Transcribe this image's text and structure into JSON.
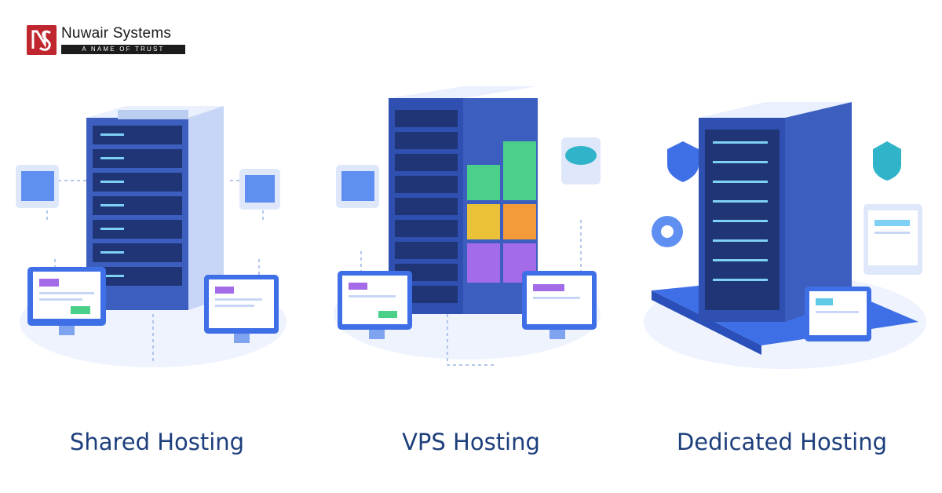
{
  "brand": {
    "name": "Nuwair Systems",
    "tagline": "A NAME OF TRUST",
    "brand_color": "#c0262d"
  },
  "panels": [
    {
      "id": "shared",
      "title": "Shared Hosting",
      "icon": "server-rack-icon"
    },
    {
      "id": "vps",
      "title": "VPS Hosting",
      "icon": "server-rack-icon"
    },
    {
      "id": "dedicated",
      "title": "Dedicated Hosting",
      "icon": "server-rack-icon"
    }
  ],
  "colors": {
    "caption_text": "#1d3f7c",
    "server_body": "#dfe8fb",
    "server_dark": "#1f3576",
    "accent_blue": "#3f6fe6",
    "vps_green": "#4bd08a",
    "vps_orange": "#f39a3a",
    "vps_yellow": "#e9c23a",
    "vps_purple": "#a36be8",
    "shield_teal": "#2fb4c9"
  }
}
